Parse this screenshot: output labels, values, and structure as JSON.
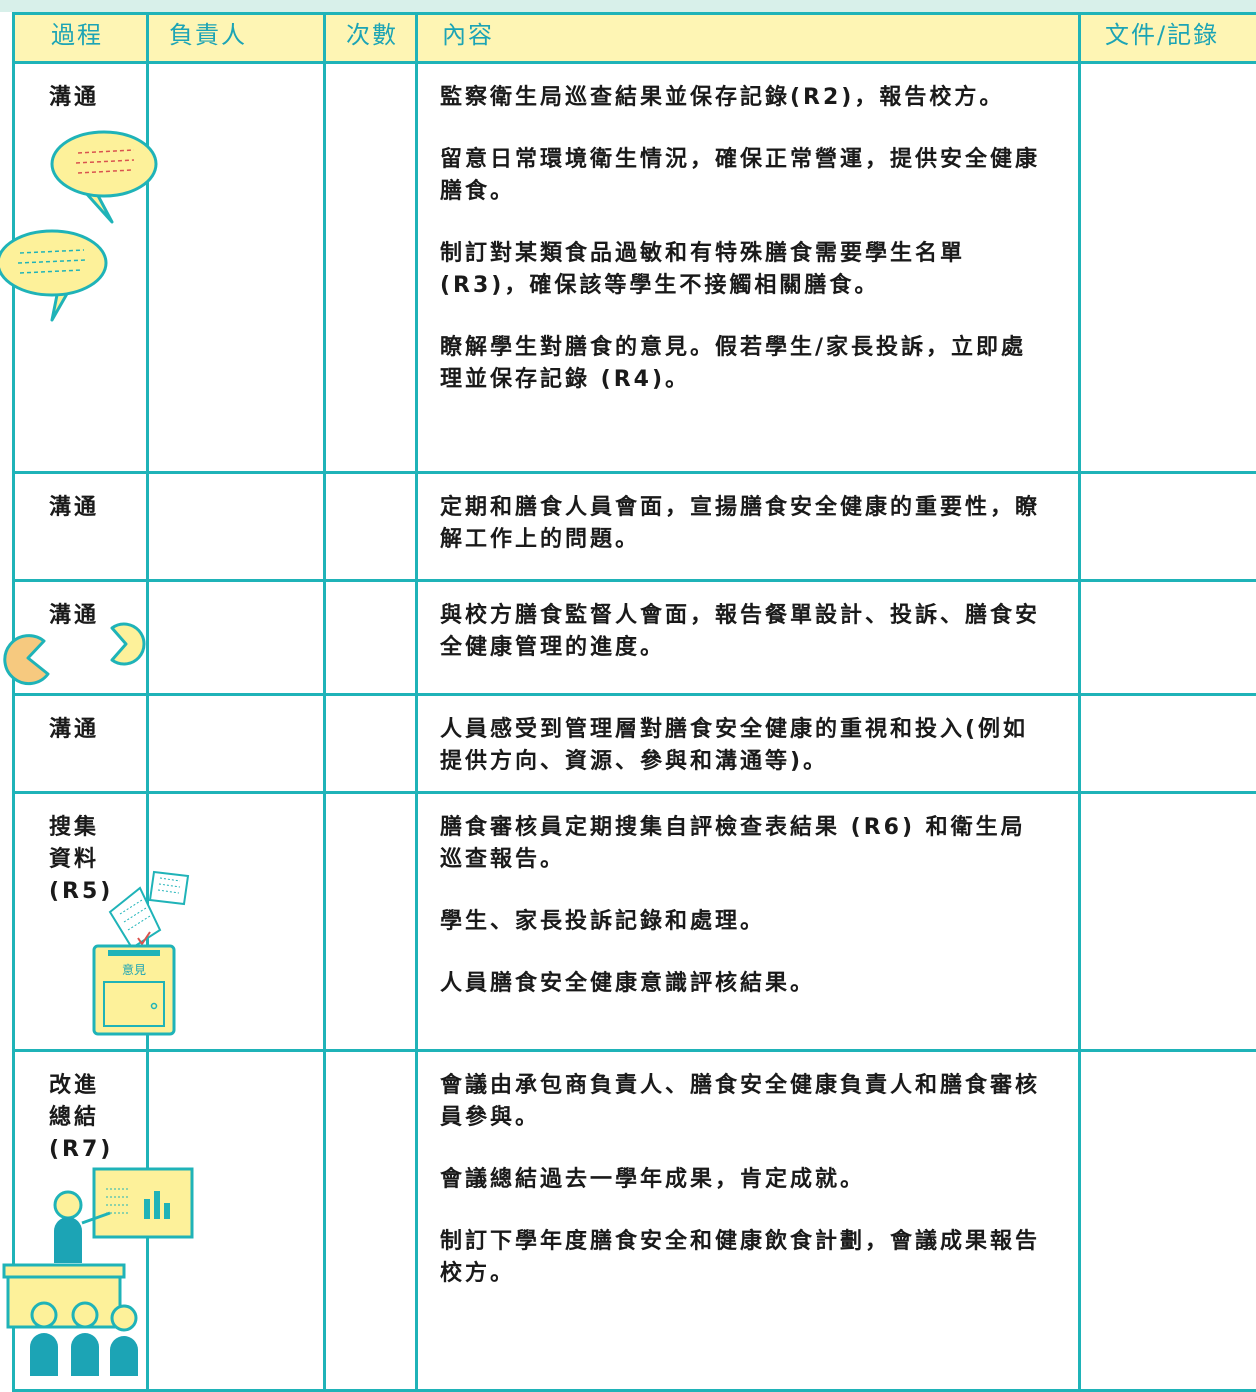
{
  "headers": {
    "process": "過程",
    "responsible": "負責人",
    "frequency": "次數",
    "content": "內容",
    "documents": "文件/記錄"
  },
  "rows": [
    {
      "process": "溝通",
      "content": [
        "監察衛生局巡查結果並保存記錄(R2)，報告校方。",
        "留意日常環境衛生情況，確保正常營運，提供安全健康膳食。",
        "制訂對某類食品過敏和有特殊膳食需要學生名單(R3)，確保該等學生不接觸相關膳食。",
        "瞭解學生對膳食的意見。假若學生/家長投訴，立即處理並保存記錄 (R4)。"
      ]
    },
    {
      "process": "溝通",
      "content": [
        "定期和膳食人員會面，宣揚膳食安全健康的重要性，瞭解工作上的問題。"
      ]
    },
    {
      "process": "溝通",
      "content": [
        "與校方膳食監督人會面，報告餐單設計、投訴、膳食安全健康管理的進度。"
      ]
    },
    {
      "process": "溝通",
      "content": [
        "人員感受到管理層對膳食安全健康的重視和投入(例如提供方向、資源、參與和溝通等)。"
      ]
    },
    {
      "process_lines": [
        "搜集",
        "資料",
        "(R5)"
      ],
      "content": [
        "膳食審核員定期搜集自評檢查表結果 (R6) 和衛生局巡查報告。",
        "學生、家長投訴記錄和處理。",
        "人員膳食安全健康意識評核結果。"
      ]
    },
    {
      "process_lines": [
        "改進",
        "總結",
        "(R7)"
      ],
      "content": [
        "會議由承包商負責人、膳食安全健康負責人和膳食審核員參與。",
        "會議總結過去一學年成果，肯定成就。",
        "制訂下學年度膳食安全和健康飲食計劃，會議成果報告校方。"
      ]
    }
  ],
  "illustrations": {
    "box_label": "意見"
  },
  "colors": {
    "border": "#1fb3b8",
    "header_bg": "#fef5b4",
    "header_text": "#1ca4b5",
    "accent_yellow": "#fdf19a",
    "accent_orange": "#f6c97f"
  }
}
